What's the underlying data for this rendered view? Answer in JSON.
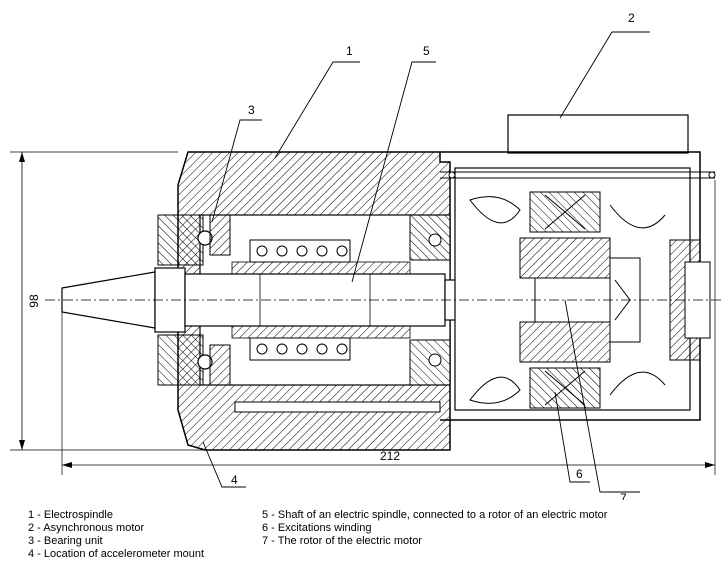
{
  "callouts": {
    "c1": "1",
    "c2": "2",
    "c3": "3",
    "c4": "4",
    "c5": "5",
    "c6": "6",
    "c7": "7"
  },
  "dimensions": {
    "diameter": "98",
    "length": "212"
  },
  "legend": {
    "items": [
      "1 - Electrospindle",
      "2 - Asynchronous motor",
      "3 - Bearing unit",
      "4 - Location of accelerometer mount",
      "5 - Shaft of an electric spindle, connected to a rotor of an electric motor",
      "6 - Excitations winding",
      "7 - The rotor of the electric motor"
    ]
  }
}
